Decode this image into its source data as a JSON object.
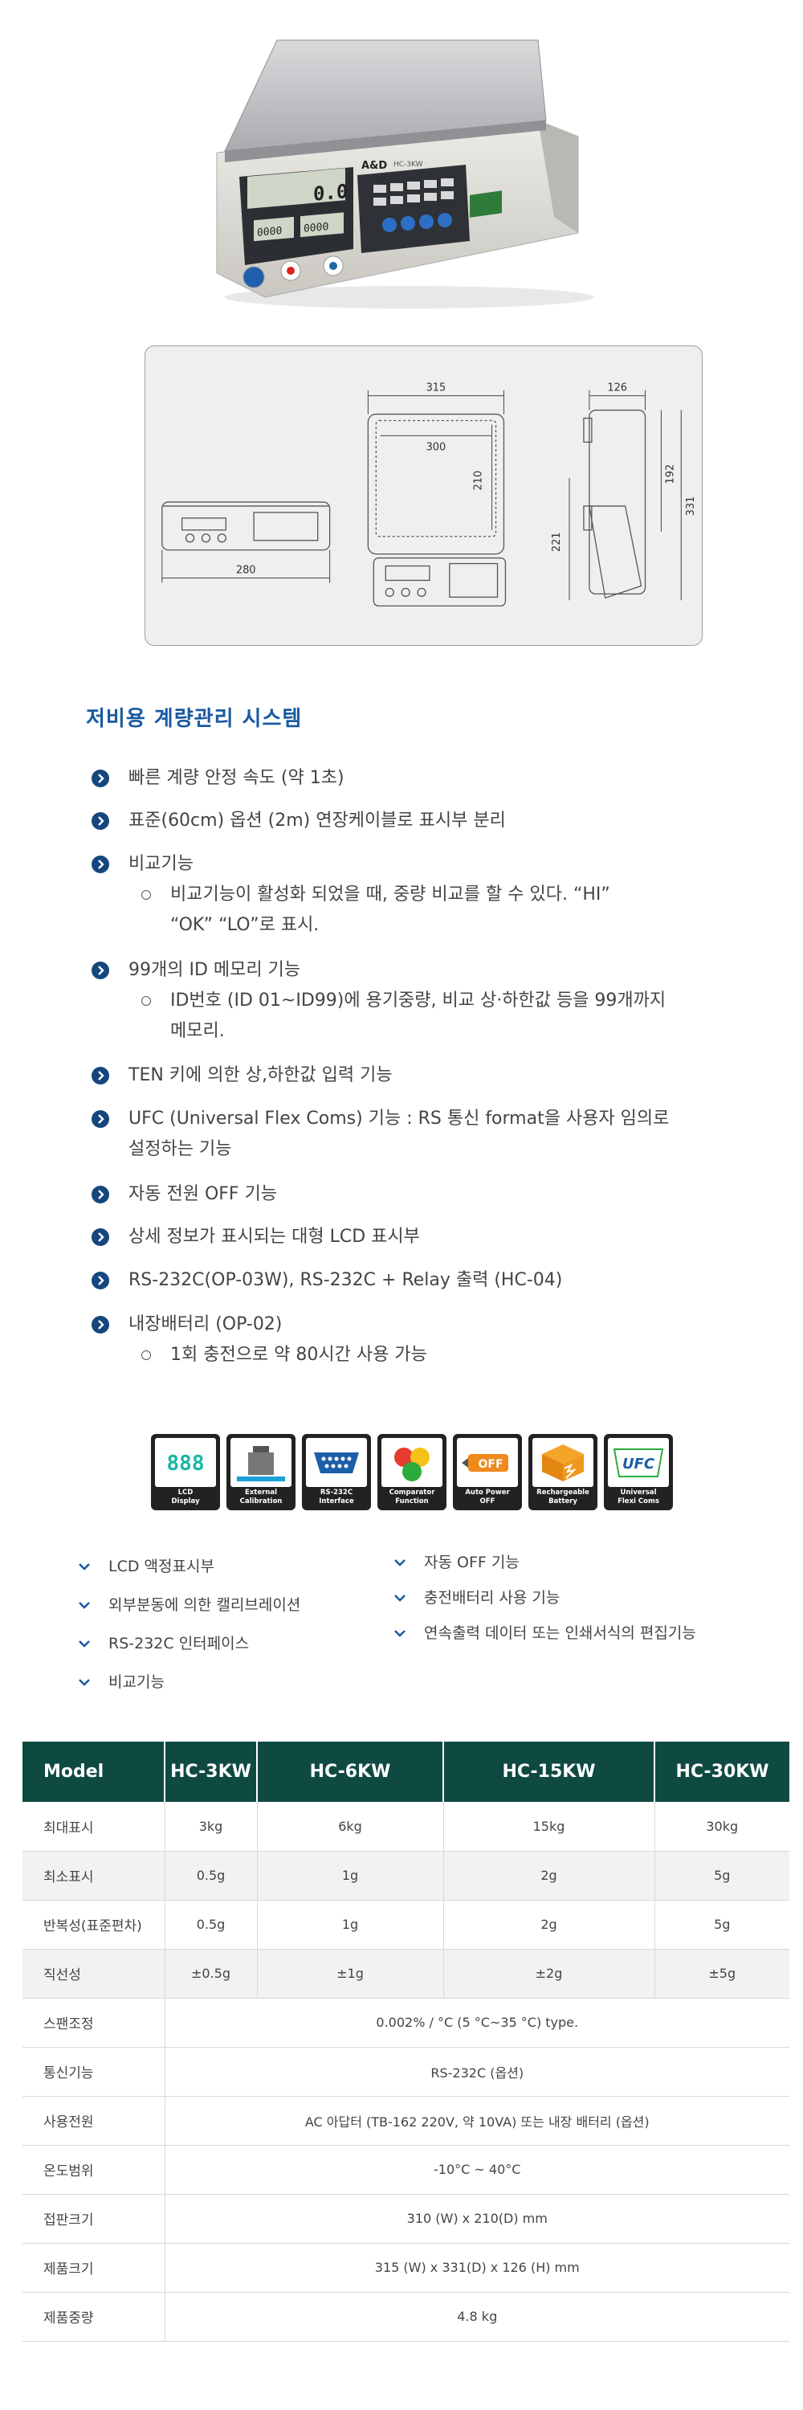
{
  "brand": {
    "logo": "A&D",
    "model_badge": "HC-3KW",
    "display_main": "0.0",
    "display_left": "0000",
    "display_right": "0000"
  },
  "dimensions": {
    "width_top": "315",
    "depth_side": "126",
    "platform_w": "300",
    "platform_d": "210",
    "front_w": "280",
    "height_a": "221",
    "height_b": "192",
    "height_c": "331"
  },
  "features": {
    "title": "저비용 계량관리 시스템",
    "items": [
      {
        "text": "빠른 계량 안정 속도 (약 1초)",
        "sub": ""
      },
      {
        "text": "표준(60cm) 옵션 (2m) 연장케이블로 표시부 분리",
        "sub": ""
      },
      {
        "text": "비교기능",
        "sub": "비교기능이 활성화 되었을 때, 중량 비교를 할 수 있다. “HI”\n“OK” “LO”로 표시."
      },
      {
        "text": "99개의 ID 메모리 기능",
        "sub": "ID번호 (ID 01~ID99)에 용기중량, 비교 상·하한값 등을 99개까지\n메모리."
      },
      {
        "text": "TEN 키에 의한 상,하한값 입력 기능",
        "sub": ""
      },
      {
        "text": "UFC (Universal Flex Coms) 기능 : RS 통신 format을 사용자 임의로\n설정하는 기능",
        "sub": ""
      },
      {
        "text": "자동 전원 OFF 기능",
        "sub": ""
      },
      {
        "text": "상세 정보가 표시되는 대형 LCD 표시부",
        "sub": ""
      },
      {
        "text": "RS-232C(OP-03W), RS-232C + Relay 출력 (HC-04)",
        "sub": ""
      },
      {
        "text": "내장배터리 (OP-02)",
        "sub": "1회 충전으로 약 80시간 사용 가능"
      }
    ]
  },
  "function_icons": [
    {
      "label": "LCD\nDisplay",
      "icon": "lcd-icon",
      "glyph": "888"
    },
    {
      "label": "External\nCalibration",
      "icon": "calibration-weight-icon",
      "glyph": ""
    },
    {
      "label": "RS-232C\nInterface",
      "icon": "rs232c-connector-icon",
      "glyph": ""
    },
    {
      "label": "Comparator\nFunction",
      "icon": "comparator-lights-icon",
      "glyph": ""
    },
    {
      "label": "Auto Power\nOFF",
      "icon": "auto-power-off-icon",
      "glyph": "OFF"
    },
    {
      "label": "Rechargeable\nBattery",
      "icon": "battery-box-icon",
      "glyph": ""
    },
    {
      "label": "Universal\nFlexi Coms",
      "icon": "ufc-icon",
      "glyph": "UFC"
    }
  ],
  "short_features_left": [
    "LCD 액정표시부",
    "외부분동에 의한 캘리브레이션",
    "RS-232C 인터페이스",
    "비교기능"
  ],
  "short_features_right": [
    "자동 OFF 기능",
    "충전배터리 사용 기능",
    "연속출력 데이터 또는 인쇄서식의 편집기능"
  ],
  "spec": {
    "headers": [
      "Model",
      "HC-3KW",
      "HC-6KW",
      "HC-15KW",
      "HC-30KW"
    ],
    "rows": [
      {
        "label": "최대표시",
        "values": [
          "3kg",
          "6kg",
          "15kg",
          "30kg"
        ]
      },
      {
        "label": "최소표시",
        "values": [
          "0.5g",
          "1g",
          "2g",
          "5g"
        ]
      },
      {
        "label": "반복성(표준편차)",
        "values": [
          "0.5g",
          "1g",
          "2g",
          "5g"
        ]
      },
      {
        "label": "직선성",
        "values": [
          "±0.5g",
          "±1g",
          "±2g",
          "±5g"
        ]
      },
      {
        "label": "스팬조정",
        "value": "0.002% / °C (5 °C~35 °C) type."
      },
      {
        "label": "통신기능",
        "value": "RS-232C (옵션)"
      },
      {
        "label": "사용전원",
        "value": "AC 아답터 (TB-162 220V,  약 10VA)  또는 내장 배터리 (옵션)"
      },
      {
        "label": "온도범위",
        "value": "-10°C ~ 40°C"
      },
      {
        "label": "접판크기",
        "value": "310 (W)  x 210(D) mm"
      },
      {
        "label": "제품크기",
        "value": "315 (W)  x 331(D)  x 126 (H) mm"
      },
      {
        "label": "제품중량",
        "value": "4.8 kg"
      }
    ]
  }
}
